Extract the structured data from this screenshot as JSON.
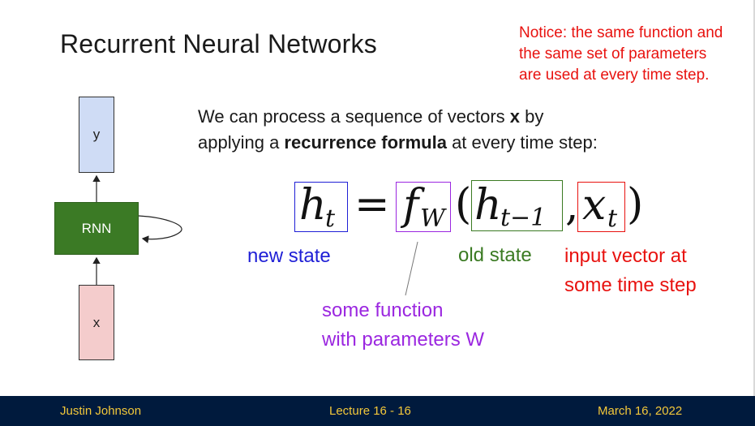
{
  "slide": {
    "title": "Recurrent Neural Networks",
    "notice": {
      "line1": "Notice: the same function and",
      "line2": "the same set of parameters",
      "line3": "are used at every time step."
    },
    "diagram": {
      "output_label": "y",
      "rnn_label": "RNN",
      "input_label": "x"
    },
    "body": {
      "line1_pre": "We can process a sequence of vectors ",
      "line1_bold": "x",
      "line1_post": " by",
      "line2_pre": "applying a ",
      "line2_bold": "recurrence formula",
      "line2_post": " at every time step:"
    },
    "formula": {
      "h": "h",
      "h_sub": "t",
      "equals": "=",
      "f": "f",
      "f_sub": "W",
      "open_paren": "(",
      "h_prev": "h",
      "h_prev_sub": "t−1",
      "comma": ",",
      "x": "x",
      "x_sub": "t",
      "close_paren": ")"
    },
    "annotations": {
      "new_state": "new state",
      "old_state": "old state",
      "input_line1": "input vector at",
      "input_line2": "some time step",
      "function_line1": "some function",
      "function_line2": "with parameters W"
    },
    "colors": {
      "new_state": "#1f1fd6",
      "old_state": "#3a7a22",
      "input": "#e8120f",
      "function": "#9b27e0"
    }
  },
  "footer": {
    "author": "Justin Johnson",
    "lecture": "Lecture 16 -  16",
    "date": "March 16, 2022"
  }
}
